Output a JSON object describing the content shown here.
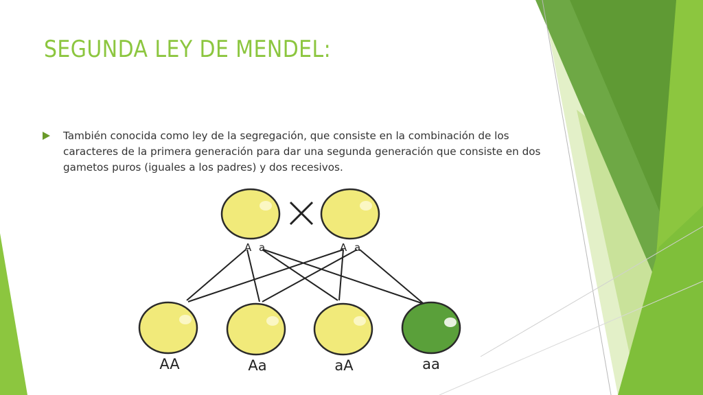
{
  "slide": {
    "title": "SEGUNDA LEY DE MENDEL:",
    "bullet": "También conocida como ley de la segregación, que consiste en la combinación de los caracteres de la primera generación para dar una segunda generación que consiste en dos gametos puros (iguales a los padres) y dos recesivos."
  },
  "diagram": {
    "cross_symbol": "×",
    "parents": [
      {
        "alleles": [
          "A",
          "a"
        ],
        "color": "#f1ea7a"
      },
      {
        "alleles": [
          "A",
          "a"
        ],
        "color": "#f1ea7a"
      }
    ],
    "offspring": [
      {
        "genotype": "AA",
        "color": "#f1ea7a"
      },
      {
        "genotype": "Aa",
        "color": "#f1ea7a"
      },
      {
        "genotype": "aA",
        "color": "#f1ea7a"
      },
      {
        "genotype": "aa",
        "color": "#5aa03a"
      }
    ]
  },
  "theme": {
    "accent": "#8cc63f",
    "dark_green": "#5f9a34",
    "text": "#333333"
  }
}
